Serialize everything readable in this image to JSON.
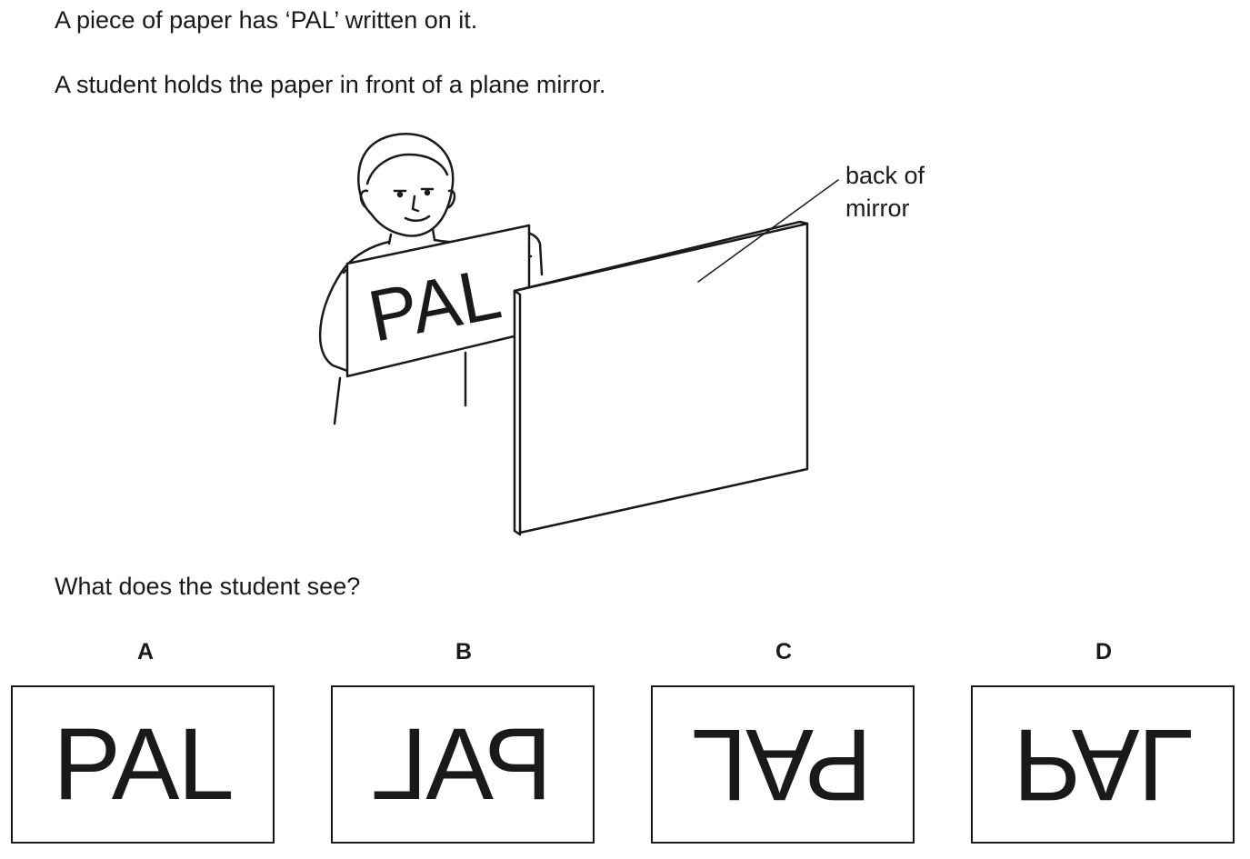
{
  "question": {
    "line1": "A piece of paper has ‘PAL’ written on it.",
    "line2": "A student holds the paper in front of a plane mirror.",
    "line3": "What does the student see?"
  },
  "figure": {
    "paper_text": "PAL",
    "mirror_label_line1": "back of",
    "mirror_label_line2": "mirror"
  },
  "options": [
    {
      "letter": "A",
      "text": "PAL",
      "orientation": "normal"
    },
    {
      "letter": "B",
      "text": "PAL",
      "orientation": "mirrored-horizontal"
    },
    {
      "letter": "C",
      "text": "PAL",
      "orientation": "rotated-180"
    },
    {
      "letter": "D",
      "text": "PAL",
      "orientation": "flipped-vertical"
    }
  ]
}
